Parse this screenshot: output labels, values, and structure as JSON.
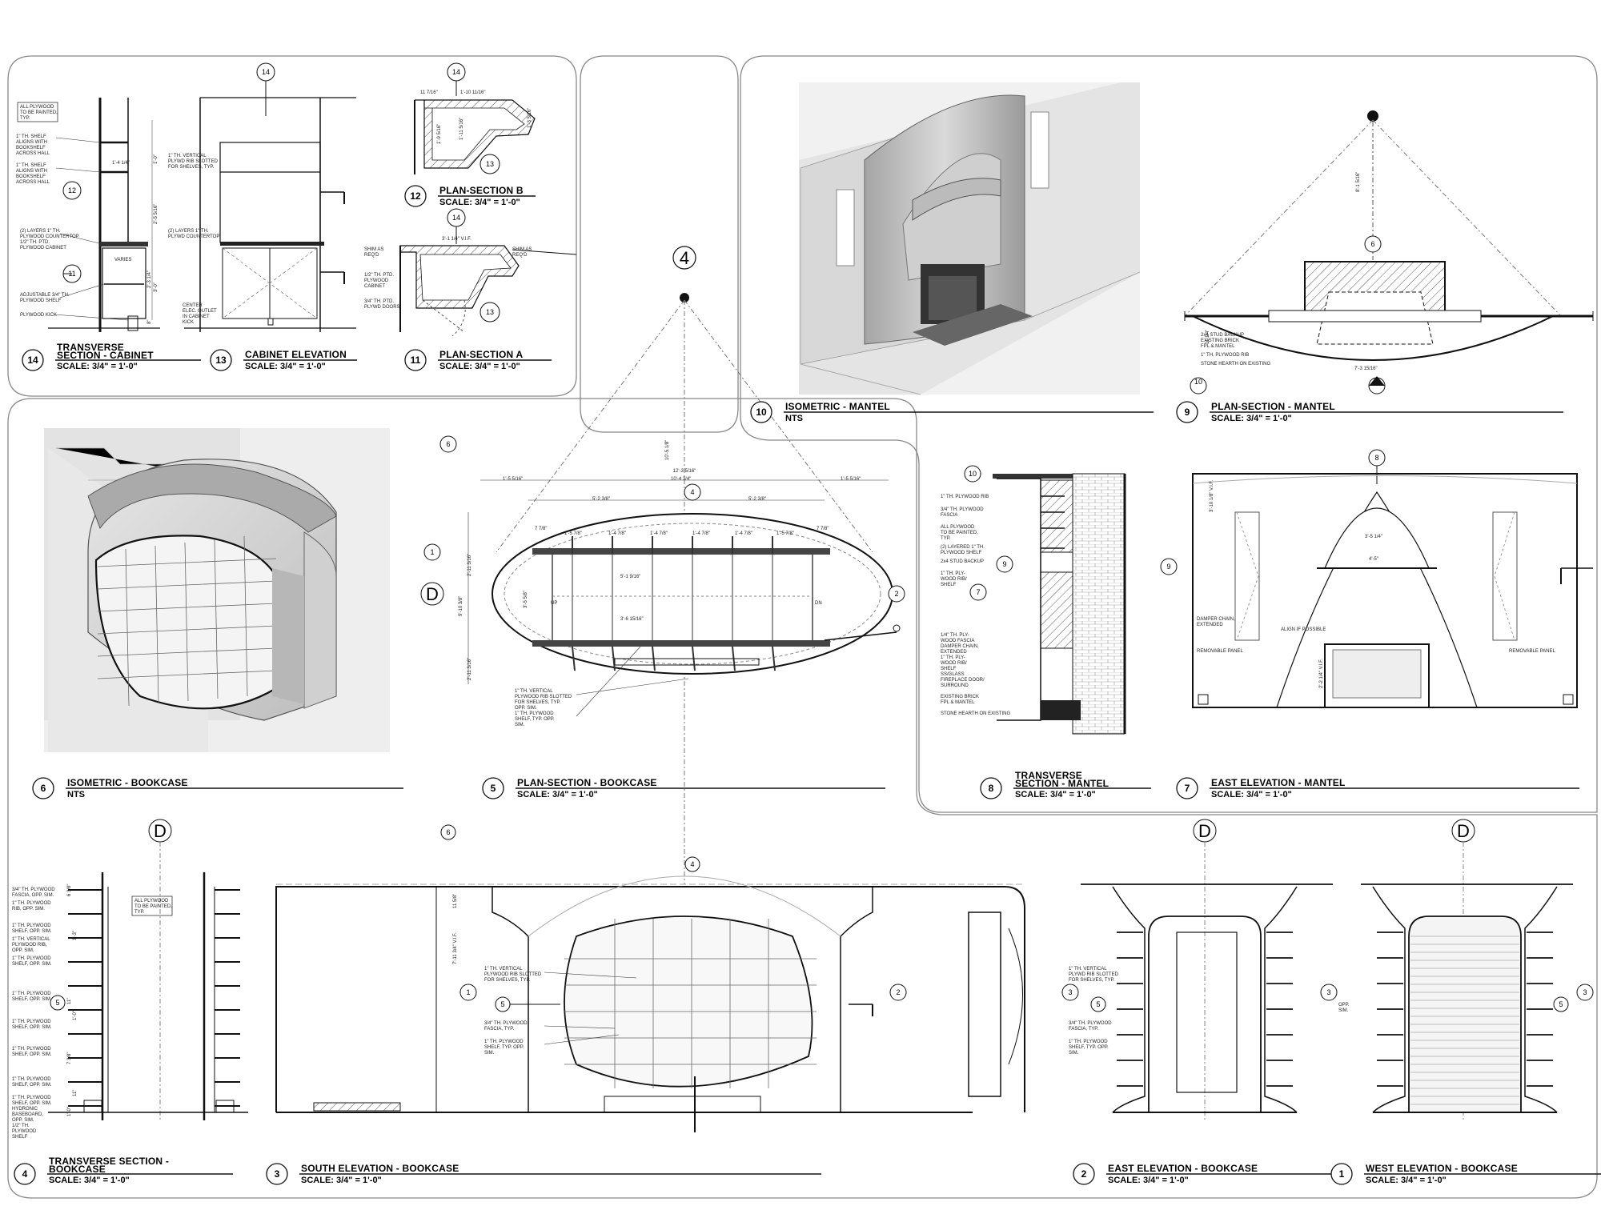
{
  "views": [
    {
      "id": "v14",
      "num": "14",
      "title1": "TRANSVERSE",
      "title2": "SECTION - CABINET",
      "scale": "SCALE: 3/4\" = 1'-0\""
    },
    {
      "id": "v13",
      "num": "13",
      "title1": "CABINET ELEVATION",
      "title2": "",
      "scale": "SCALE: 3/4\" = 1'-0\""
    },
    {
      "id": "v12",
      "num": "12",
      "title1": "PLAN-SECTION B",
      "title2": "",
      "scale": "SCALE: 3/4\" = 1'-0\""
    },
    {
      "id": "v11",
      "num": "11",
      "title1": "PLAN-SECTION A",
      "title2": "",
      "scale": "SCALE: 3/4\" = 1'-0\""
    },
    {
      "id": "v10",
      "num": "10",
      "title1": "ISOMETRIC - MANTEL",
      "title2": "",
      "scale": "NTS"
    },
    {
      "id": "v9",
      "num": "9",
      "title1": "PLAN-SECTION - MANTEL",
      "title2": "",
      "scale": "SCALE: 3/4\" = 1'-0\""
    },
    {
      "id": "v6",
      "num": "6",
      "title1": "ISOMETRIC - BOOKCASE",
      "title2": "",
      "scale": "NTS"
    },
    {
      "id": "v5",
      "num": "5",
      "title1": "PLAN-SECTION - BOOKCASE",
      "title2": "",
      "scale": "SCALE: 3/4\" = 1'-0\""
    },
    {
      "id": "v8",
      "num": "8",
      "title1": "TRANSVERSE",
      "title2": "SECTION - MANTEL",
      "scale": "SCALE: 3/4\" = 1'-0\""
    },
    {
      "id": "v7",
      "num": "7",
      "title1": "EAST ELEVATION - MANTEL",
      "title2": "",
      "scale": "SCALE: 3/4\" = 1'-0\""
    },
    {
      "id": "v4",
      "num": "4",
      "title1": "TRANSVERSE SECTION -",
      "title2": "BOOKCASE",
      "scale": "SCALE: 3/4\" = 1'-0\""
    },
    {
      "id": "v3",
      "num": "3",
      "title1": "SOUTH ELEVATION - BOOKCASE",
      "title2": "",
      "scale": "SCALE: 3/4\" = 1'-0\""
    },
    {
      "id": "v2",
      "num": "2",
      "title1": "EAST ELEVATION - BOOKCASE",
      "title2": "",
      "scale": "SCALE: 3/4\" = 1'-0\""
    },
    {
      "id": "v1",
      "num": "1",
      "title1": "WEST ELEVATION - BOOKCASE",
      "title2": "",
      "scale": "SCALE: 3/4\" = 1'-0\""
    }
  ],
  "notes": {
    "cab_painted": [
      "ALL PLYWOOD",
      "TO BE PAINTED,",
      "TYP."
    ],
    "cab_shelf1": [
      "1\" TH. SHELF",
      "ALIGNS WITH",
      "BOOKSHELF",
      "ACROSS HALL"
    ],
    "cab_shelf2": [
      "1\" TH. SHELF",
      "ALIGNS WITH",
      "BOOKSHELF",
      "ACROSS HALL"
    ],
    "cab_counter": [
      "(2) LAYERS 1\" TH.",
      "PLYWOOD COUNTERTOP",
      "1/2\" TH. PTD.",
      "PLYWOOD CABINET"
    ],
    "cab_varies": [
      "VARIES"
    ],
    "cab_adjshelf": [
      "ADJUSTABLE 3/4\" TH.",
      "PLYWOOD SHELF"
    ],
    "cab_kick": [
      "PLYWOOD KICK"
    ],
    "elev_rib": [
      "1\" TH. VERTICAL",
      "PLYWD RIB SLOTTED",
      "FOR SHELVES, TYP."
    ],
    "elev_counter": [
      "(2) LAYERS 1\" TH.",
      "PLYWD COUNTERTOP"
    ],
    "elev_outlet": [
      "CENTER",
      "ELEC. OUTLET",
      "IN CABINET",
      "KICK"
    ],
    "planA_shim": [
      "SHIM AS",
      "REQ'D"
    ],
    "planA_cab": [
      "1/2\" TH. PTD.",
      "PLYWOOD",
      "CABINET"
    ],
    "planA_doors": [
      "3/4\" TH. PTD.",
      "PLYWD DOORS"
    ],
    "planA_shim2": [
      "SHIM AS",
      "REQ'D"
    ],
    "bk_plan_rib": [
      "1\" TH. VERTICAL",
      "PLYWOOD RIB SLOTTED",
      "FOR SHELVES, TYP.",
      "OPP. SIM."
    ],
    "bk_plan_shelf": [
      "1\" TH. PLYWOOD",
      "SHELF, TYP. OPP.",
      "SIM."
    ],
    "mantel_plan": [
      "2x4 STUD BACKUP",
      "EXISTING BRICK",
      "FPL & MANTEL",
      "1\" TH. PLYWOOD RIB",
      "STONE HEARTH ON EXISTING"
    ],
    "mantel_sec": [
      "1\" TH. PLYWOOD RIB",
      "3/4\" TH. PLYWOOD",
      "FASCIA",
      "ALL PLYWOOD",
      "TO BE PAINTED,",
      "TYP.",
      "(2) LAYERED 1\" TH.",
      "PLYWOOD SHELF",
      "2x4 STUD BACKUP",
      "1\" TH. PLY-",
      "WOOD RIB/",
      "SHELF",
      "1/4\" TH. PLY-",
      "WOOD FASCIA",
      "DAMPER CHAIN,",
      "EXTENDED",
      "1\" TH. PLY-",
      "WOOD RIB/",
      "SHELF",
      "SS/GLASS",
      "FIREPLACE DOOR/",
      "SURROUND",
      "EXISTING BRICK",
      "FPL & MANTEL",
      "STONE HEARTH ON EXISTING"
    ],
    "mantel_elev": [
      "DAMPER CHAIN,",
      "EXTENDED",
      "ALIGN IF POSSIBLE",
      "REMOVABLE PANEL",
      "REMOVABLE PANEL"
    ],
    "sec_left": [
      "3/4\" TH. PLYWOOD",
      "FASCIA, OPP. SIM.",
      "1\" TH. PLYWOOD",
      "RIB, OPP. SIM.",
      "1\" TH. PLYWOOD",
      "SHELF, OPP. SIM.",
      "1\" TH. VERTICAL",
      "PLYWOOD RIB,",
      "OPP. SIM.",
      "1\" TH. PLYWOOD",
      "SHELF, OPP. SIM.",
      "1\" TH. PLYWOOD",
      "SHELF, OPP. SIM.",
      "1\" TH. PLYWOOD",
      "SHELF, OPP. SIM.",
      "1\" TH. PLYWOOD",
      "SHELF, OPP. SIM.",
      "1\" TH. PLYWOOD",
      "SHELF, OPP. SIM.",
      "1\" TH. PLYWOOD",
      "SHELF, OPP. SIM.",
      "HYDRONIC",
      "BASEBOARD,",
      "OPP. SIM.",
      "1/2\" TH.",
      "PLYWOOD",
      "SHELF"
    ],
    "sec_painted": [
      "ALL PLYWOOD",
      "TO BE PAINTED,",
      "TYP."
    ],
    "south_rib": [
      "1\" TH. VERTICAL",
      "PLYWOOD RIB SLOTTED",
      "FOR SHELVES, TYP."
    ],
    "south_fascia": [
      "3/4\" TH. PLYWOOD",
      "FASCIA, TYP."
    ],
    "south_shelf": [
      "1\" TH. PLYWOOD",
      "SHELF, TYP. OPP.",
      "SIM."
    ],
    "east_rib": [
      "1\" TH. VERTICAL",
      "PLYWD RIB SLOTTED",
      "FOR SHELVES, TYP."
    ],
    "east_fascia": [
      "3/4\" TH. PLYWOOD",
      "FASCIA, TYP."
    ],
    "east_shelf": [
      "1\" TH. PLYWOOD",
      "SHELF, TYP. OPP.",
      "SIM."
    ],
    "west_opp": [
      "OPP.",
      "SIM."
    ]
  },
  "dims": {
    "cab": [
      "1'-4 1/4\"",
      "1'-0\"",
      "2'-5 5/16\"",
      "2'-3 1/4\"",
      "3'-0\"",
      "8\""
    ],
    "planB": [
      "11 7/16\"",
      "1'-10 11/16\"",
      "1'-9 5/16\"",
      "1'-11 5/16\"",
      "1'-3 5/16\""
    ],
    "planA": [
      "3'-1 1/4\" V.I.F."
    ],
    "bk_plan": [
      "12'-3 5/16\"",
      "1'-5 5/16\"",
      "10'-4 3/4\"",
      "1'-5 5/16\"",
      "5'-2 3/8\"",
      "5'-2 3/8\"",
      "7 7/8\"",
      "1'-5 7/8\"",
      "1'-4 7/8\"",
      "1'-4 7/8\"",
      "1'-4 7/8\"",
      "1'-4 7/8\"",
      "1'-5 7/8\"",
      "7 7/8\"",
      "5'-1 9/16\"",
      "3'-6 15/16\"",
      "9'-10 3/8\"",
      "2'-11 3/16\"",
      "2'-11 3/16\"",
      "3'-5 5/8\"",
      "10'-5 1/8\""
    ],
    "mantel_plan": [
      "8'-1 5/16\"",
      "7'-3 15/16\"",
      "11 1/4\""
    ],
    "mantel_elev": [
      "3'-5 1/4\"",
      "4'-5\"",
      "2'-2 1/4\" V.I.F.",
      "3'-10 1/8\" V.I.F."
    ],
    "south": [
      "7'-11 3/4\" V.I.F.",
      "11 5/8\""
    ],
    "sec": [
      "6 3/8\"",
      "1'-3\"",
      "11\"",
      "1'-0\"",
      "7 3/8\"",
      "11\"",
      "1'-0\""
    ]
  },
  "bubbles": {
    "plan_d": "D",
    "sec_d": "D",
    "east_d": "D",
    "west_d": "D",
    "big4": "4"
  },
  "labels": {
    "dn": "DN",
    "up": "UP"
  }
}
